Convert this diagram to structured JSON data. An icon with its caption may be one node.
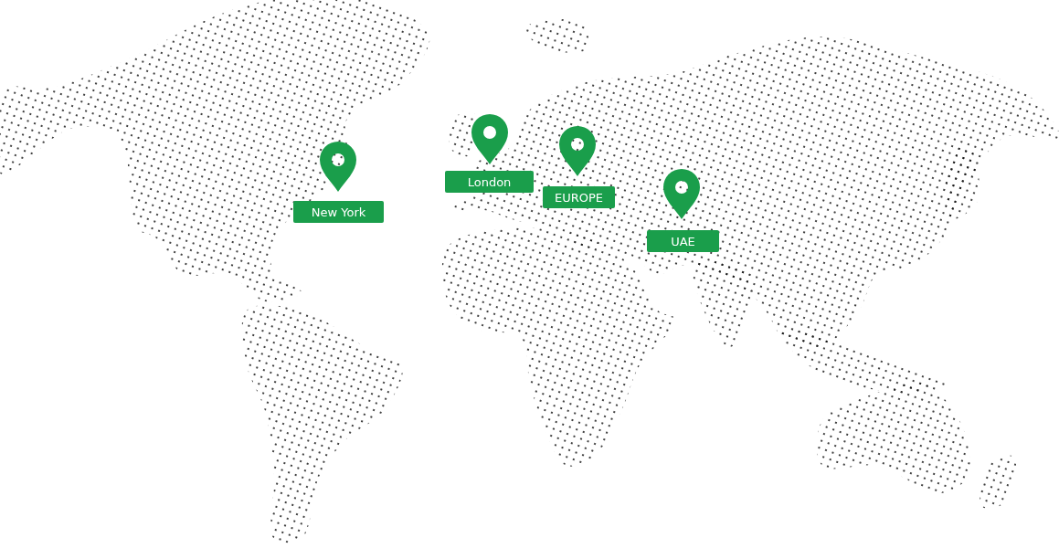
{
  "diagram": {
    "nodes": [
      {
        "text": [
          "New York"
        ]
      },
      {
        "text": [
          "London"
        ]
      },
      {
        "text": [
          "EUROPE"
        ]
      },
      {
        "text": [
          "UAE"
        ]
      }
    ]
  }
}
